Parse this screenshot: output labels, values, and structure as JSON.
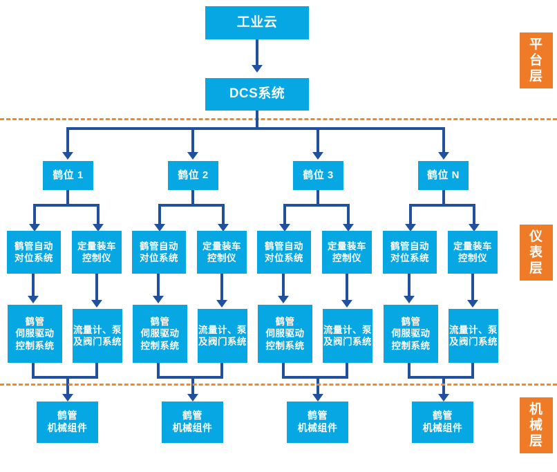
{
  "diagram": {
    "title_box": {
      "label": "工业云"
    },
    "dcs_box": {
      "label": "DCS系统"
    },
    "layer_tags": [
      {
        "name": "platform-layer",
        "chars": [
          "平",
          "台",
          "层"
        ],
        "text": "平台层"
      },
      {
        "name": "instrument-layer",
        "chars": [
          "仪",
          "表",
          "层"
        ],
        "text": "仪表层"
      },
      {
        "name": "mechanical-layer",
        "chars": [
          "机",
          "械",
          "层"
        ],
        "text": "机械层"
      }
    ],
    "stations": [
      {
        "label": "鹤位 1"
      },
      {
        "label": "鹤位 2"
      },
      {
        "label": "鹤位 3"
      },
      {
        "label": "鹤位 N"
      }
    ],
    "instrument_row": [
      {
        "label": "鹤管自动\n对位系统"
      },
      {
        "label": "定量装车\n控制仪"
      },
      {
        "label": "鹤管自动\n对位系统"
      },
      {
        "label": "定量装车\n控制仪"
      },
      {
        "label": "鹤管自动\n对位系统"
      },
      {
        "label": "定量装车\n控制仪"
      },
      {
        "label": "鹤管自动\n对位系统"
      },
      {
        "label": "定量装车\n控制仪"
      }
    ],
    "control_row": [
      {
        "label": "鹤管\n伺服驱动\n控制系统"
      },
      {
        "label": "流量计、泵\n及阀门系统"
      },
      {
        "label": "鹤管\n伺服驱动\n控制系统"
      },
      {
        "label": "流量计、泵\n及阀门系统"
      },
      {
        "label": "鹤管\n伺服驱动\n控制系统"
      },
      {
        "label": "流量计、泵\n及阀门系统"
      },
      {
        "label": "鹤管\n伺服驱动\n控制系统"
      },
      {
        "label": "流量计、泵\n及阀门系统"
      }
    ],
    "mechanical_row": [
      {
        "label": "鹤管\n机械组件"
      },
      {
        "label": "鹤管\n机械组件"
      },
      {
        "label": "鹤管\n机械组件"
      },
      {
        "label": "鹤管\n机械组件"
      }
    ],
    "colors": {
      "box_blue": "#06a7e2",
      "connector_blue": "#21519e",
      "layer_orange": "#ef7b26",
      "divider_orange": "#f5881f",
      "background": "#ffffff"
    }
  }
}
